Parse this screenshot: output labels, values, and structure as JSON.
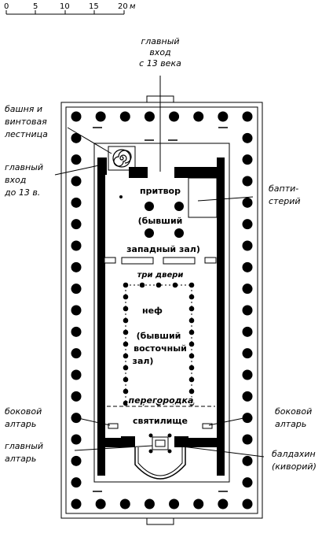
{
  "scale": {
    "ticks": [
      "0",
      "5",
      "10",
      "15",
      "20"
    ],
    "unit": "м"
  },
  "labels": {
    "main_entrance_13c": [
      "главный",
      "вход",
      "с 13 века"
    ],
    "tower": [
      "башня и",
      "винтовая",
      "лестница"
    ],
    "main_entrance_pre13": [
      "главный",
      "вход",
      "до 13 в."
    ],
    "baptistery": [
      "бапти-",
      "стерий"
    ],
    "narthex": [
      "притвор",
      "(бывший",
      "западный зал)"
    ],
    "three_doors": "три двери",
    "nave": [
      "неф",
      "(бывший",
      "восточный",
      "зал)"
    ],
    "partition": "перегородка",
    "sanctuary": "святилище",
    "side_altar_left": [
      "боковой",
      "алтарь"
    ],
    "side_altar_right": [
      "боковой",
      "алтарь"
    ],
    "main_altar": [
      "главный",
      "алтарь"
    ],
    "baldachin": [
      "балдахин",
      "(киворий)"
    ]
  },
  "colors": {
    "ink": "#000000",
    "paper": "#ffffff"
  }
}
